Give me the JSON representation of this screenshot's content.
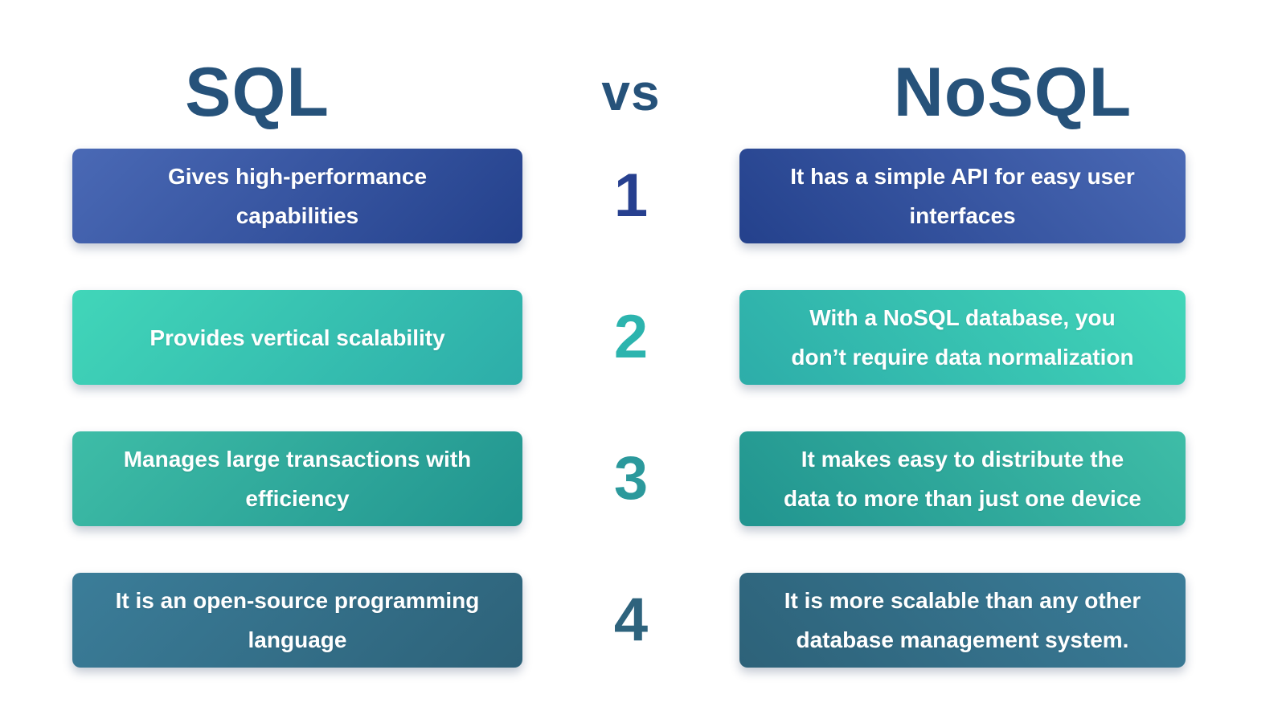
{
  "title": {
    "sql": "SQL",
    "separator": "vs",
    "nosql": "NoSQL",
    "color": "#26527a"
  },
  "rows": [
    {
      "number": "1",
      "sql": "Gives high-performance\ncapabilities",
      "nosql": "It has a simple API for easy user\ninterfaces",
      "colors": {
        "light": "#4a69b5",
        "dark": "#24418c",
        "number": "#27408f"
      }
    },
    {
      "number": "2",
      "sql": "Provides vertical scalability",
      "nosql": "With a NoSQL database, you\ndon’t require data normalization",
      "colors": {
        "light": "#41d6b9",
        "dark": "#2dada9",
        "number": "#2cb4ae"
      }
    },
    {
      "number": "3",
      "sql": "Manages large transactions with\nefficiency",
      "nosql": "It makes easy to distribute the\ndata to more than just one device",
      "colors": {
        "light": "#3ebda7",
        "dark": "#21948f",
        "number": "#2b999c"
      }
    },
    {
      "number": "4",
      "sql": "It is an open-source programming\nlanguage",
      "nosql": "It is more scalable than any other\ndatabase management system.",
      "colors": {
        "light": "#3b7d99",
        "dark": "#2d6279",
        "number": "#2e637d"
      }
    }
  ]
}
